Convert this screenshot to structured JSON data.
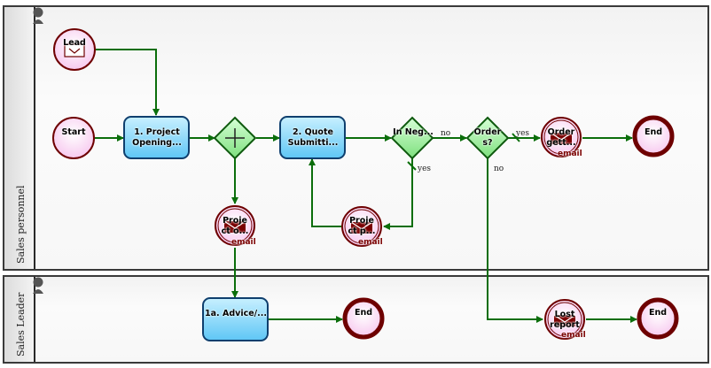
{
  "lanes": [
    {
      "label": "Sales personnel"
    },
    {
      "label": "Sales Leader"
    }
  ],
  "nodes": {
    "lead": {
      "label": "Lead",
      "type": "message-start-event"
    },
    "start": {
      "label": "Start",
      "type": "start-event"
    },
    "task1": {
      "label": "1. Project Opening..."
    },
    "gateway_parallel": {
      "type": "parallel-gateway"
    },
    "task2": {
      "label": "2. Quote Submitti..."
    },
    "gw_negotiation": {
      "label": "In Neg..."
    },
    "gw_orders": {
      "label": "Order s?"
    },
    "email_order": {
      "label": "Order gett...",
      "tag": "email"
    },
    "end1": {
      "label": "End"
    },
    "email_proj1": {
      "label": "Proje ct o...",
      "tag": "email"
    },
    "email_proj2": {
      "label": "Proje ct p...",
      "tag": "email"
    },
    "task1a": {
      "label": "1a. Advice/..."
    },
    "end2": {
      "label": "End"
    },
    "email_lost": {
      "label": "Lost report",
      "tag": "email"
    },
    "end3": {
      "label": "End"
    }
  },
  "edge_labels": {
    "neg_no": "no",
    "neg_yes": "yes",
    "orders_yes": "yes",
    "orders_no": "no"
  },
  "colors": {
    "flow": "#0b6e0b",
    "event_border": "#6e0000",
    "task_border": "#0f3f6e",
    "gateway_border": "#0f5a0f"
  }
}
